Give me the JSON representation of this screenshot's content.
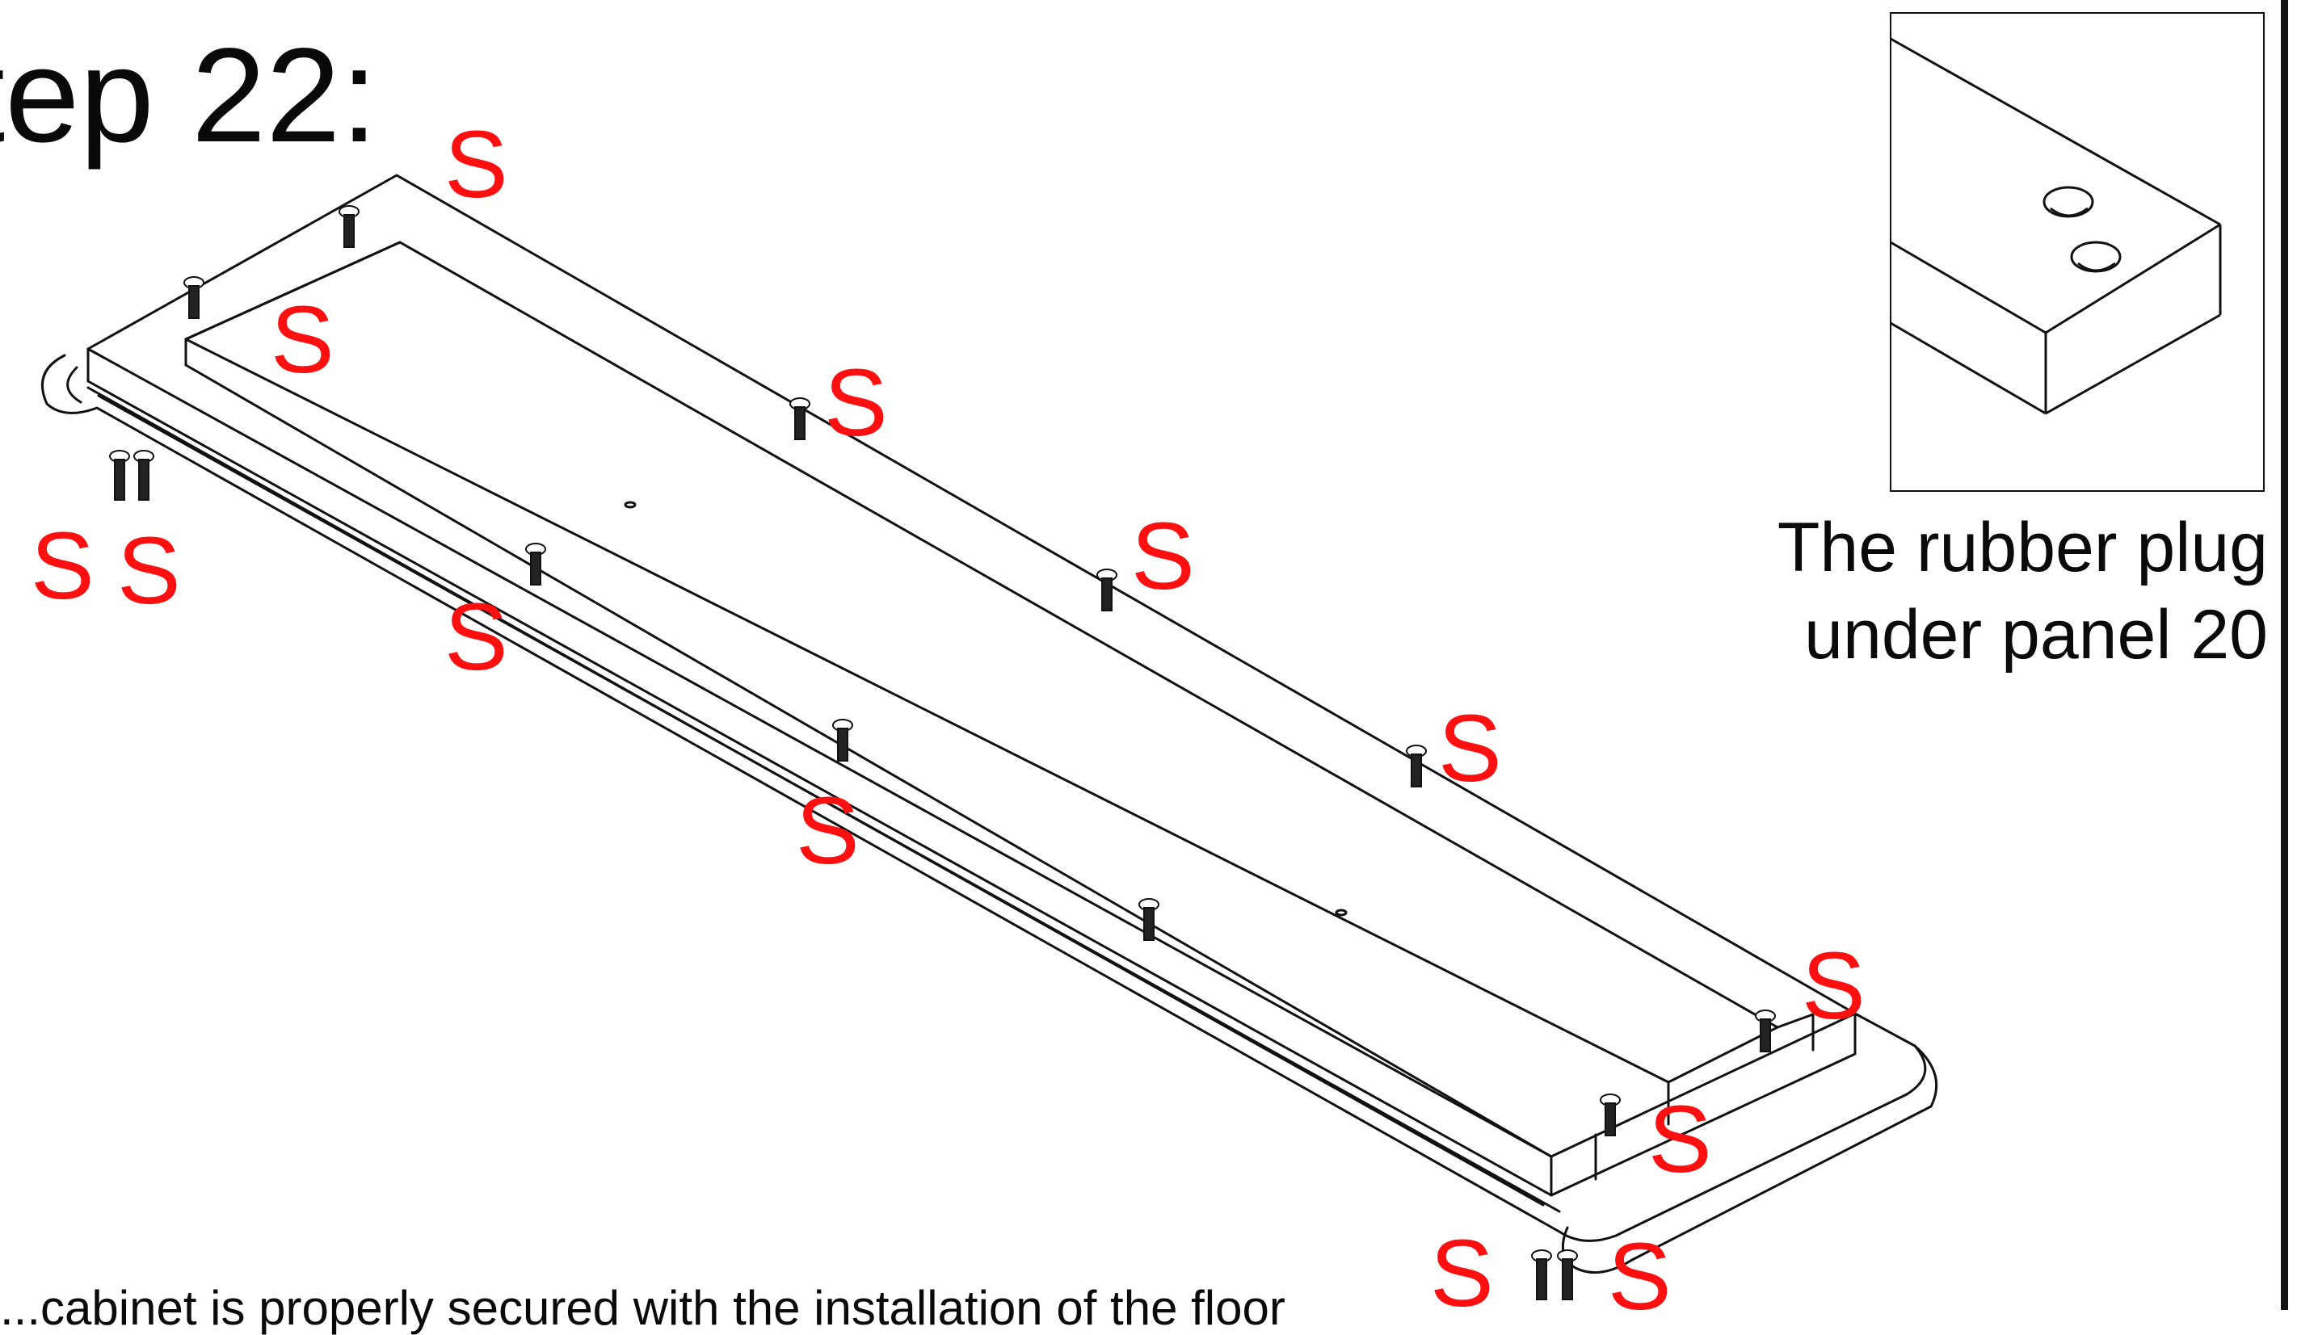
{
  "step": {
    "title": "tep 22:"
  },
  "callout": {
    "caption_line1": "The rubber plug",
    "caption_line2": "under panel 20"
  },
  "part_label": "S",
  "footer": {
    "partial_text": "...cabinet is properly secured with the installation of the floor"
  },
  "colors": {
    "label": "#ff1010",
    "line": "#111111",
    "background": "#ffffff"
  },
  "icons": [
    "screw-icon",
    "rubber-plug-icon"
  ]
}
